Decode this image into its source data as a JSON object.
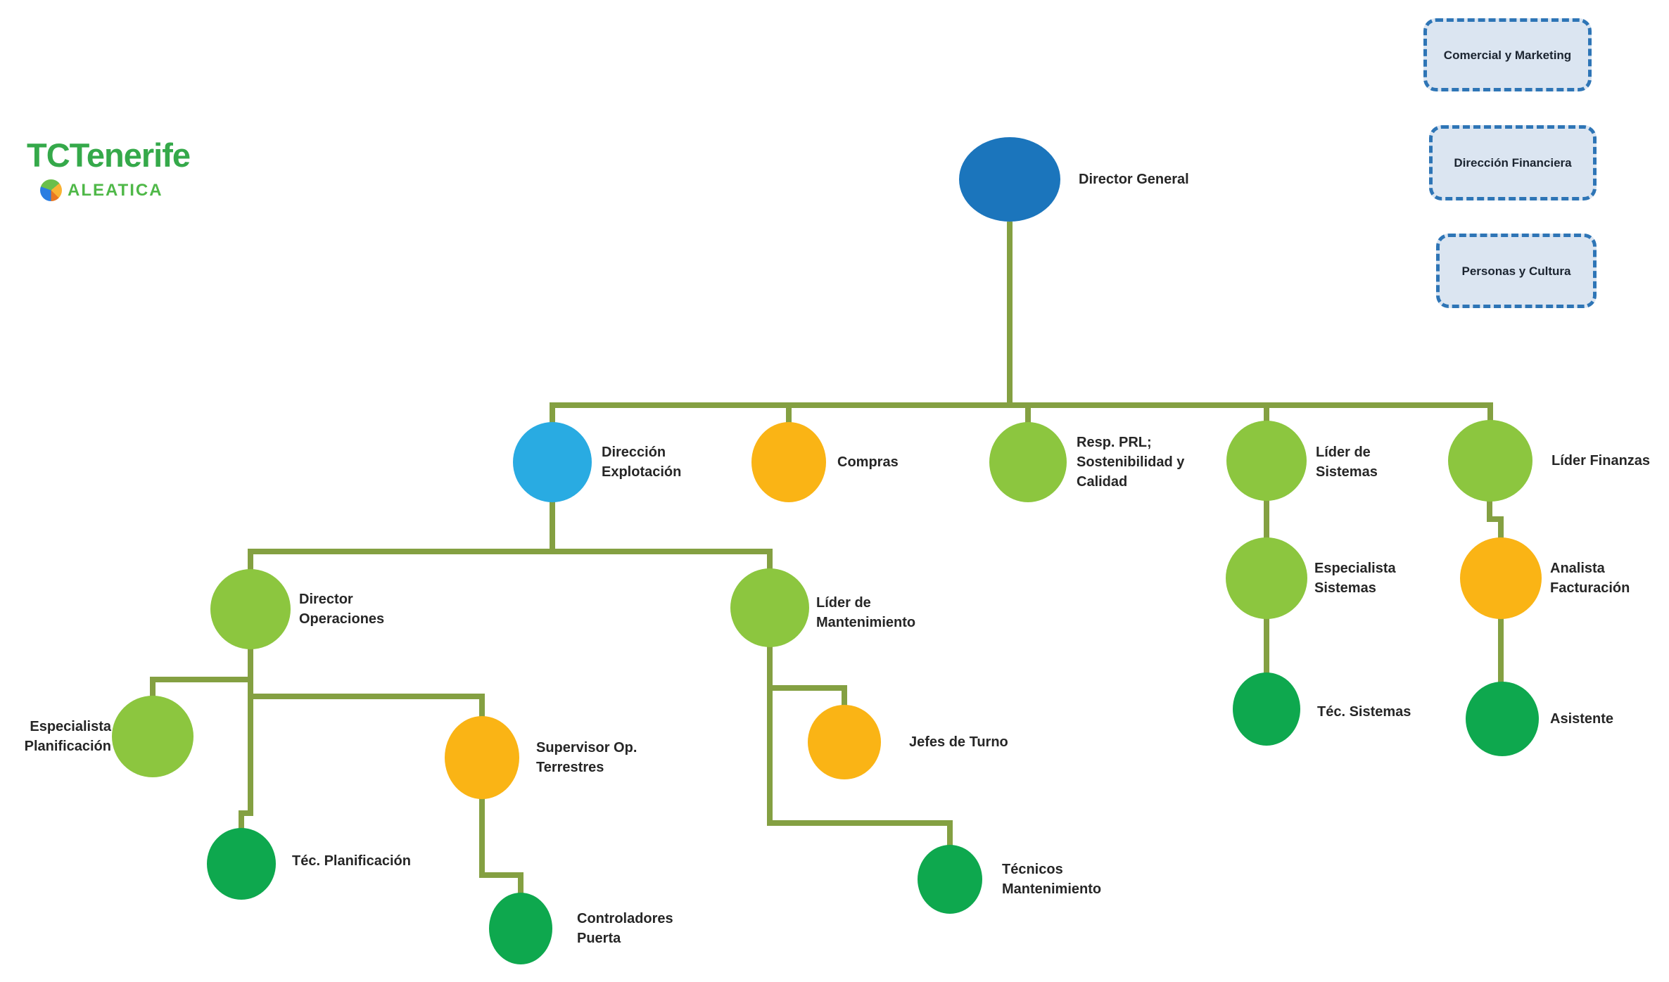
{
  "logo": {
    "title": "TCTenerife",
    "brand": "ALEATICA"
  },
  "legend": {
    "items": [
      {
        "label": "Comercial y Marketing"
      },
      {
        "label": "Dirección Financiera"
      },
      {
        "label": "Personas y Cultura"
      }
    ]
  },
  "colors": {
    "node_blue": "#1B75BC",
    "node_cyan": "#29ABE2",
    "node_yellow": "#FAB415",
    "node_lightgreen": "#8CC63F",
    "node_darkgreen": "#0EA84E",
    "connector_olive": "#84A042",
    "legend_fill": "#DBE5F1",
    "legend_border": "#2E75B6",
    "logo_green": "#35A94A",
    "aleatica_green": "#4FB848",
    "label_text": "#262626"
  },
  "org_nodes": [
    {
      "id": "director-general",
      "label": "Director General",
      "color": "node_blue",
      "reports_to": null
    },
    {
      "id": "direccion-explotacion",
      "label": "Dirección\nExplotación",
      "color": "node_cyan",
      "reports_to": "director-general"
    },
    {
      "id": "compras",
      "label": "Compras",
      "color": "node_yellow",
      "reports_to": "director-general"
    },
    {
      "id": "resp-prl",
      "label": "Resp. PRL;\nSostenibilidad y\nCalidad",
      "color": "node_lightgreen",
      "reports_to": "director-general"
    },
    {
      "id": "lider-sistemas",
      "label": "Líder de\nSistemas",
      "color": "node_lightgreen",
      "reports_to": "director-general"
    },
    {
      "id": "lider-finanzas",
      "label": "Líder Finanzas",
      "color": "node_lightgreen",
      "reports_to": "director-general"
    },
    {
      "id": "director-operaciones",
      "label": "Director\nOperaciones",
      "color": "node_lightgreen",
      "reports_to": "direccion-explotacion"
    },
    {
      "id": "lider-mantenimiento",
      "label": "Líder de\nMantenimiento",
      "color": "node_lightgreen",
      "reports_to": "direccion-explotacion"
    },
    {
      "id": "especialista-planificacion",
      "label": "Especialista\nPlanificación",
      "color": "node_lightgreen",
      "reports_to": "director-operaciones"
    },
    {
      "id": "supervisor-op-terrestres",
      "label": "Supervisor Op.\nTerrestres",
      "color": "node_yellow",
      "reports_to": "director-operaciones"
    },
    {
      "id": "tec-planificacion",
      "label": "Téc. Planificación",
      "color": "node_darkgreen",
      "reports_to": "director-operaciones"
    },
    {
      "id": "controladores-puerta",
      "label": "Controladores\nPuerta",
      "color": "node_darkgreen",
      "reports_to": "supervisor-op-terrestres"
    },
    {
      "id": "jefes-de-turno",
      "label": "Jefes de Turno",
      "color": "node_yellow",
      "reports_to": "lider-mantenimiento"
    },
    {
      "id": "tecnicos-mantenimiento",
      "label": "Técnicos\nMantenimiento",
      "color": "node_darkgreen",
      "reports_to": "lider-mantenimiento"
    },
    {
      "id": "especialista-sistemas",
      "label": "Especialista\nSistemas",
      "color": "node_lightgreen",
      "reports_to": "lider-sistemas"
    },
    {
      "id": "tec-sistemas",
      "label": "Téc. Sistemas",
      "color": "node_darkgreen",
      "reports_to": "especialista-sistemas"
    },
    {
      "id": "analista-facturacion",
      "label": "Analista\nFacturación",
      "color": "node_yellow",
      "reports_to": "lider-finanzas"
    },
    {
      "id": "asistente",
      "label": "Asistente",
      "color": "node_darkgreen",
      "reports_to": "analista-facturacion"
    }
  ]
}
